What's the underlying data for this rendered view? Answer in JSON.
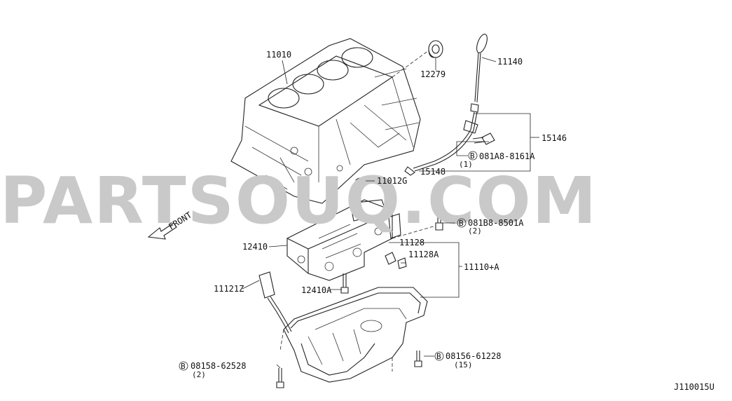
{
  "watermark": "PARTSOUQ.COM",
  "diagram_code": "J110015U",
  "front_label": "FRONT",
  "labels": {
    "p11010": "11010",
    "p12279": "12279",
    "p11140": "11140",
    "p15146": "15146",
    "p081A8": "081A8-8161A",
    "p081A8_qty": "(1)",
    "p15148": "15148",
    "p11012G": "11012G",
    "p081B8": "081B8-8501A",
    "p081B8_qty": "(2)",
    "p12410": "12410",
    "p11128": "11128",
    "p11128A": "11128A",
    "p11110A": "11110+A",
    "p11121Z": "11121Z",
    "p12410A": "12410A",
    "p08158": "08158-62528",
    "p08158_qty": "(2)",
    "p08156": "08156-61228",
    "p08156_qty": "(15)",
    "bolt_marker": "B"
  }
}
